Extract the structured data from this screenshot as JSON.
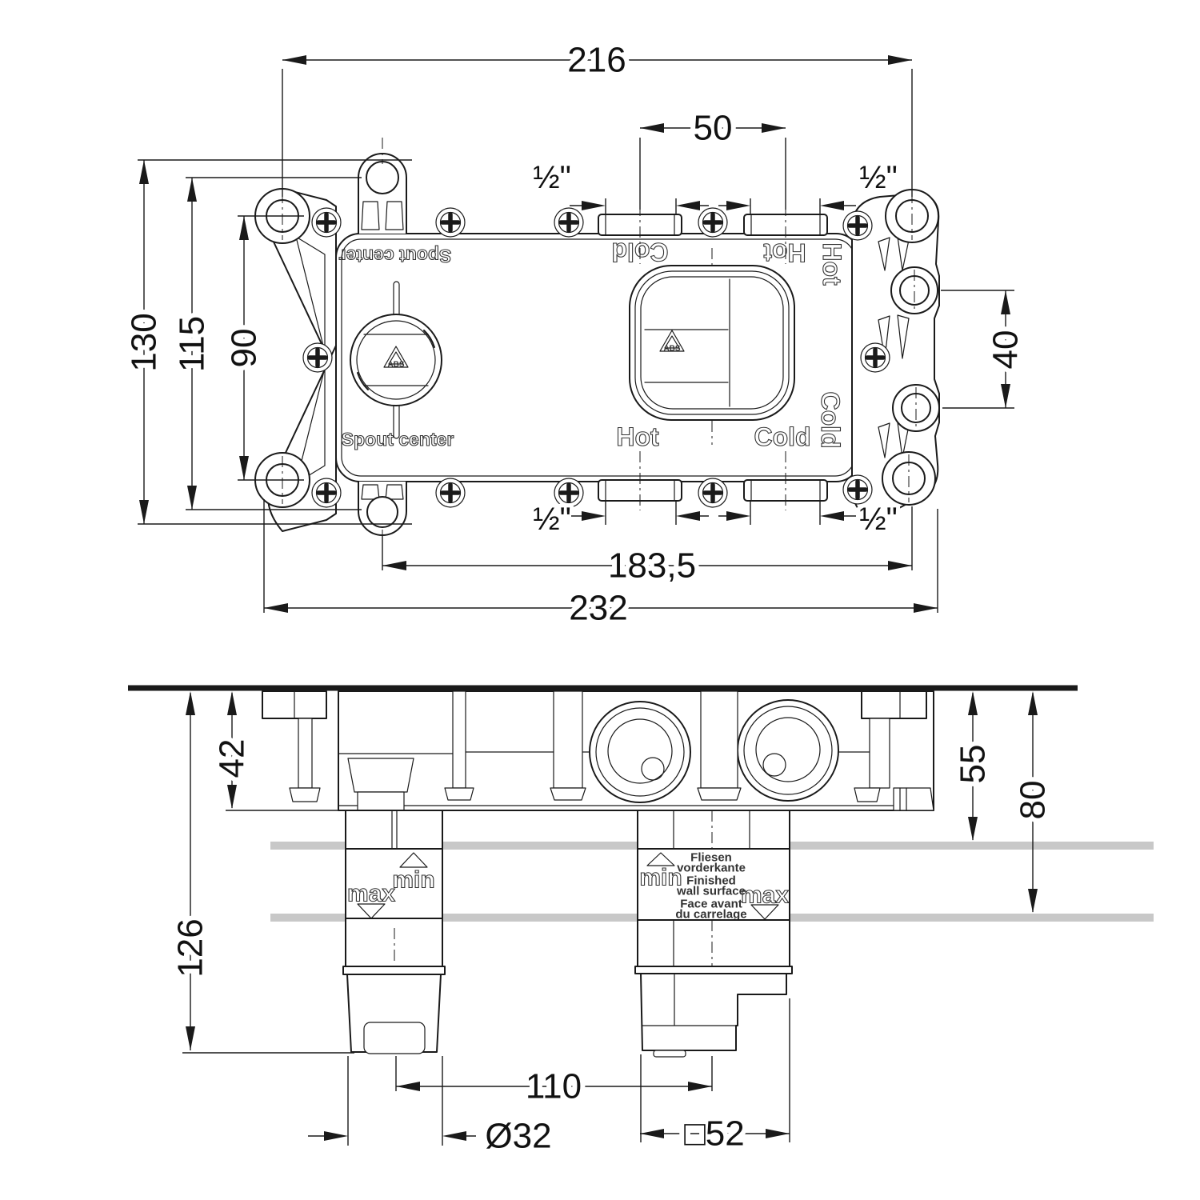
{
  "drawing": {
    "plan": {
      "dims": {
        "overall_width": "216",
        "pipe_spacing": "50",
        "thread_size": "½\"",
        "height_overall": "130",
        "height_tabs": "115",
        "hole_spacing": "90",
        "ear_spacing": "40",
        "mounting_width": "183,5",
        "total_width": "232"
      },
      "labels": {
        "spout_center": "Spout center",
        "hot": "Hot",
        "cold": "Cold",
        "abs": "ABS"
      }
    },
    "section": {
      "dims": {
        "body_depth": "42",
        "total_depth": "126",
        "surface_min": "55",
        "surface_max": "80",
        "outlet_spacing": "110",
        "spout_hole": "Ø32",
        "valve_hole": "□52"
      },
      "labels": {
        "min": "min",
        "max": "max",
        "wall_de_1": "Fliesen",
        "wall_de_2": "vorderkante",
        "wall_en_1": "Finished",
        "wall_en_2": "wall surface",
        "wall_fr_1": "Face avant",
        "wall_fr_2": "du carrelage"
      }
    }
  }
}
